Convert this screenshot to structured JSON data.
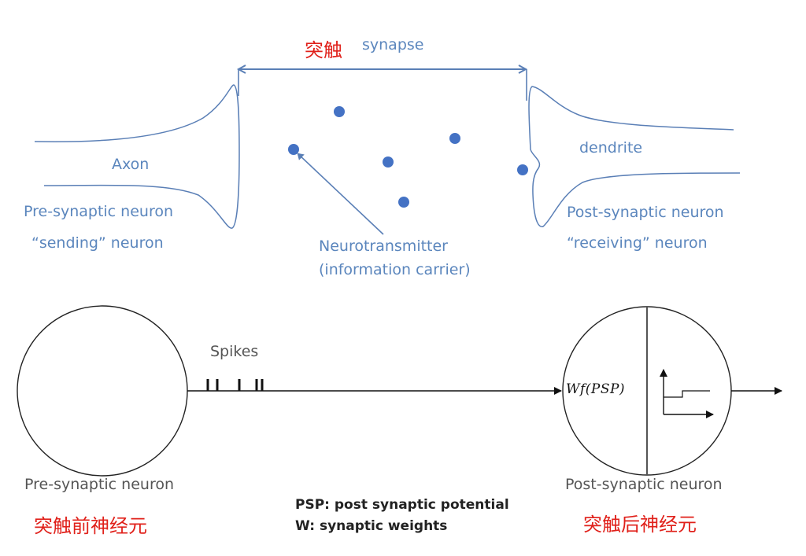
{
  "top": {
    "synapse_cn": "突触",
    "synapse_en": "synapse",
    "axon": "Axon",
    "pre_neuron": "Pre-synaptic neuron",
    "sending": "“sending” neuron",
    "dendrite": "dendrite",
    "post_neuron": "Post-synaptic neuron",
    "receiving": "“receiving” neuron",
    "neurotransmitter": "Neurotransmitter",
    "info_carrier": "(information carrier)"
  },
  "bottom": {
    "spikes": "Spikes",
    "pre_neuron": "Pre-synaptic neuron",
    "post_neuron": "Post-synaptic neuron",
    "pre_cn": "突触前神经元",
    "post_cn": "突触后神经元",
    "formula": "Wf(PSP)",
    "psp_legend": "PSP: post synaptic potential",
    "w_legend": "W: synaptic weights"
  },
  "colors": {
    "blue_text": "#5b86bd",
    "blue_line": "#5a7fb6",
    "dot": "#4472c4",
    "red_text": "#e0201a"
  }
}
